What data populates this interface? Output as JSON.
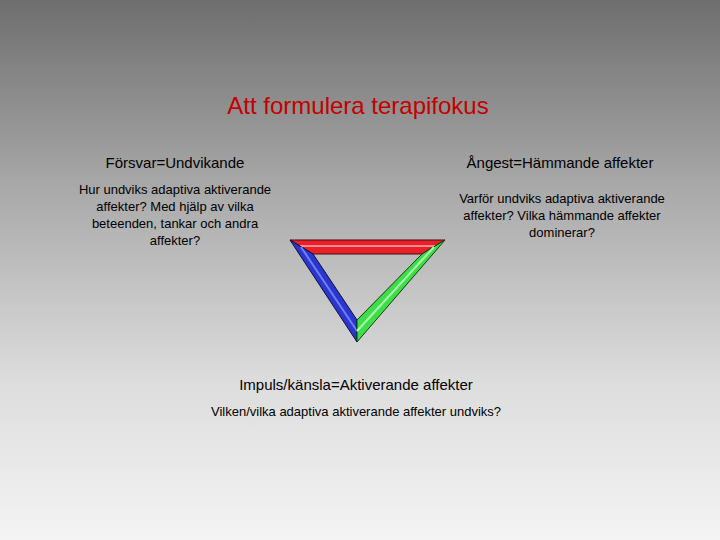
{
  "diagram": {
    "title": "Att formulera terapifokus",
    "labels": [
      "Försvar=Undvikande",
      "Hur undviks adaptiva aktiverande affekter? Med hjälp av vilka beteenden, tankar och andra affekter?",
      "Ångest=Hämmande affekter",
      "Varför undviks adaptiva aktiverande affekter? Vilka hämmande affekter dominerar?",
      "Impuls/känsla=Aktiverande affekter",
      "Vilken/vilka adaptiva aktiverande affekter undviks?"
    ]
  }
}
